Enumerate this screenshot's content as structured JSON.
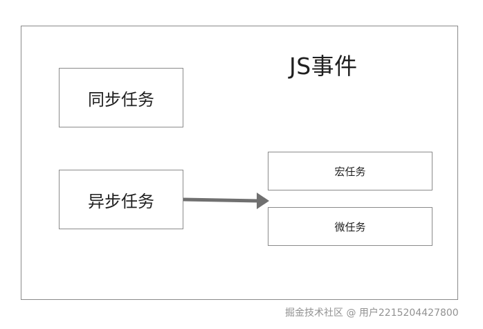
{
  "diagram": {
    "title": "JS事件",
    "boxes": {
      "sync_task": "同步任务",
      "async_task": "异步任务",
      "macro_task": "宏任务",
      "micro_task": "微任务"
    },
    "colors": {
      "border": "#8a8a8a",
      "arrow": "#707070",
      "text": "#1f1f1f",
      "watermark": "#8c8c8c"
    }
  },
  "watermark": "掘金技术社区 @ 用户2215204427800"
}
